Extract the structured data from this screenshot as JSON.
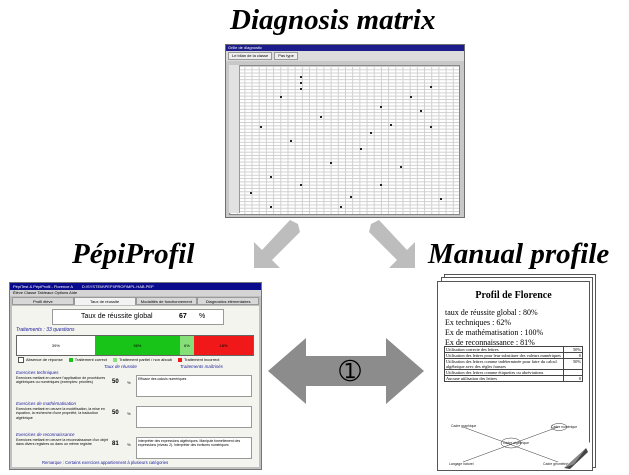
{
  "titles": {
    "diagnosis": "Diagnosis matrix",
    "pepiprofil": "PépiProfil",
    "manual": "Manual profile"
  },
  "arrow_label": "➀",
  "matrix": {
    "title": "Grille de diagnostic",
    "tabs": [
      "Le bilan de la classe",
      "Pas type"
    ]
  },
  "pepi": {
    "title": "PépiTest & PépiProfil - Florence A",
    "path": "D:\\SYSTEM\\PEPI\\PROF\\MPL.HAB.PEP",
    "menu": "Élève  Classe  Tableaux  Options  Aide",
    "tabs": [
      "Profil élève",
      "Taux de réussite",
      "Modalités de fonctionnement",
      "Diagnostics élémentaires"
    ],
    "global_label": "Taux de réussite global",
    "global_value": "67",
    "global_unit": "%",
    "treatments": "Traitements : 33 questions",
    "bars": [
      {
        "label": "39%",
        "frac": 0.33,
        "color": "#ffffff"
      },
      {
        "label": "36%",
        "frac": 0.36,
        "color": "#18c418"
      },
      {
        "label": "6%",
        "frac": 0.06,
        "color": "#86e07a"
      },
      {
        "label": "18%",
        "frac": 0.25,
        "color": "#f01818"
      }
    ],
    "legend": [
      {
        "label": "Absence de réponse",
        "color": "#ffffff"
      },
      {
        "label": "Traitement correct",
        "color": "#18c418"
      },
      {
        "label": "Traitement partiel / non abouti",
        "color": "#86e07a"
      },
      {
        "label": "Traitement incorrect",
        "color": "#f01818"
      }
    ],
    "col_heads": [
      "Taux de réussite",
      "Traitements maîtrisés"
    ],
    "sections": [
      {
        "title": "Exercices techniques",
        "desc": "Exercices mettant en oeuvre l'application de procédures algébriques ou numériques (exemples: priorités)",
        "value": "50",
        "box": "Efficace des calculs numériques"
      },
      {
        "title": "Exercices de mathématisation",
        "desc": "Exercices mettant en oeuvre la modélisation, la mise en équation, la recherche d'une propriété, la traduction algébrique",
        "value": "50",
        "box": ""
      },
      {
        "title": "Exercices de reconnaissance",
        "desc": "Exercices mettant en oeuvre la reconnaissance d'un objet dans divers registres ou dans un même registre",
        "value": "81",
        "box": "Interpréter des expressions algébriques. Manipule formellement des expressions (niveau 2). Interpréter des écritures numériques"
      }
    ],
    "footer": "Remarque : Certains exercices appartiennent à plusieurs catégories"
  },
  "manual": {
    "title": "Profil de Florence",
    "lines": [
      "taux de réussite global : 80%",
      "Ex techniques : 62%",
      "Ex de mathématisation : 100%",
      "Ex de reconnaissance : 81%"
    ],
    "table": [
      [
        "Utilisation correcte des lettres",
        "50%"
      ],
      [
        "Utilisation des lettres pour leur substituer des valeurs numériques",
        "0"
      ],
      [
        "Utilisation des lettres comme indéterminée pour faire du calcul algébrique avec des règles fausses",
        "50%"
      ],
      [
        "Utilisation des lettres comme étiquettes ou abréviations",
        ""
      ],
      [
        "Aucune utilisation des lettres",
        "0"
      ]
    ],
    "diagram_labels": [
      "Cadre graphique",
      "Cadre numérique",
      "Cadre algébrique",
      "Langage naturel",
      "Cadre géométrique"
    ]
  }
}
